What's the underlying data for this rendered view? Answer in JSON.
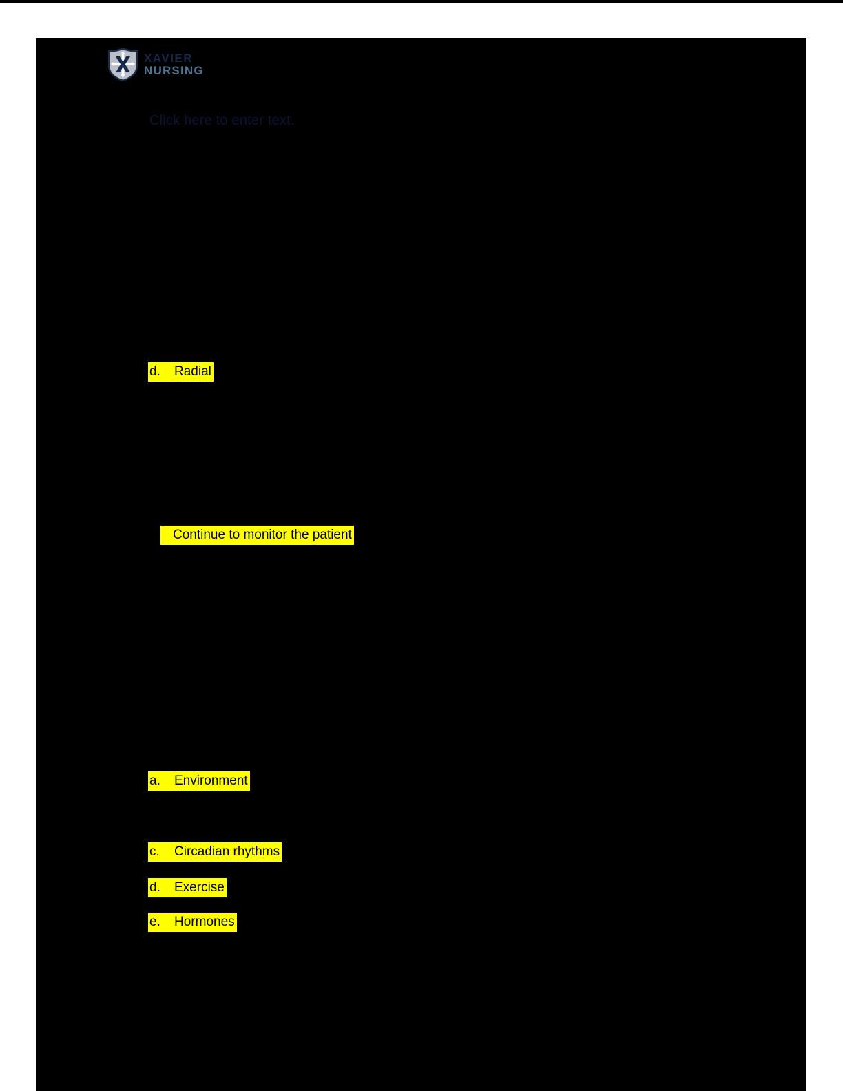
{
  "page": {
    "background_color": "#000000",
    "margin_color": "#ffffff"
  },
  "logo": {
    "line1": "XAVIER",
    "line2": "NURSING",
    "line1_color": "#14294b",
    "line2_color": "#4e7391",
    "shield_fill": "#b9bec7",
    "shield_border": "#1a2c49",
    "shield_x_color": "#14294b",
    "cross_color": "#ffffff"
  },
  "placeholder": {
    "text": "Click here to enter text.",
    "color": "#0d1433"
  },
  "highlights": {
    "highlight_color": "#ffff00",
    "text_color": "#000000",
    "items": [
      {
        "marker": "d.",
        "label": "Radial"
      },
      {
        "marker": "",
        "label": "Continue to monitor the patient"
      },
      {
        "marker": "a.",
        "label": "Environment"
      },
      {
        "marker": "c.",
        "label": "Circadian rhythms"
      },
      {
        "marker": "d.",
        "label": "Exercise"
      },
      {
        "marker": "e.",
        "label": "Hormones"
      }
    ]
  }
}
